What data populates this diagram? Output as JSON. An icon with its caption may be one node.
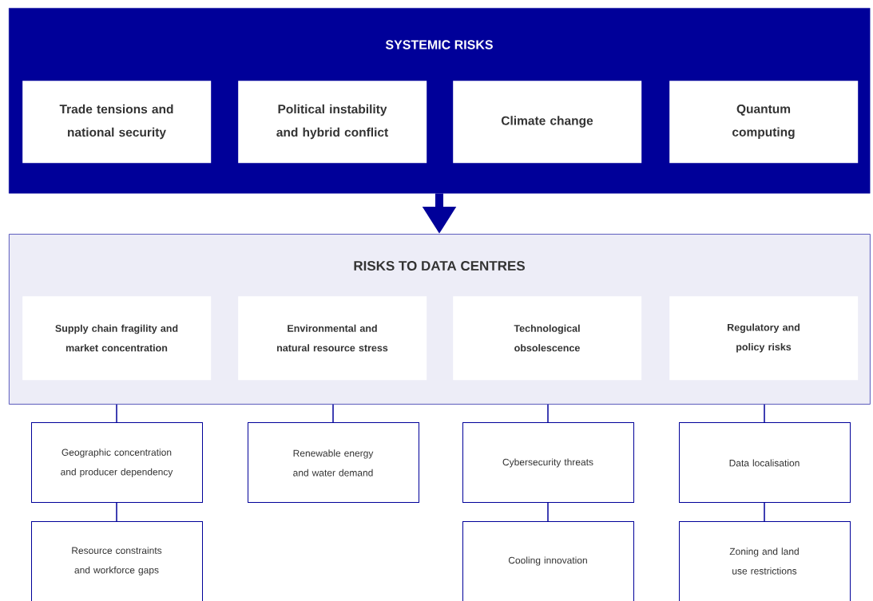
{
  "diagram": {
    "nodes": [
      {
        "text": [
          "SYSTEMIC RISKS"
        ]
      },
      {
        "text": [
          "Trade tensions and national security"
        ],
        "in": 0
      },
      {
        "text": [
          "Political instability and hybrid conflict"
        ],
        "in": 0
      },
      {
        "text": [
          "Climate change"
        ],
        "in": 0
      },
      {
        "text": [
          "Quantum computing"
        ],
        "in": 0
      },
      {
        "text": [
          "RISKS TO DATA CENTRES"
        ]
      },
      {
        "text": [
          "Supply chain fragility and market concentration"
        ],
        "in": 5
      },
      {
        "text": [
          "Environmental and natural resource stress"
        ],
        "in": 5
      },
      {
        "text": [
          "Technological obsolescence"
        ],
        "in": 5
      },
      {
        "text": [
          "Regulatory and policy risks"
        ],
        "in": 5
      },
      {
        "text": [
          "Geographic concentration and producer dependency"
        ]
      },
      {
        "text": [
          "Resource constraints and workforce gaps"
        ]
      },
      {
        "text": [
          "Renewable energy and water demand"
        ]
      },
      {
        "text": [
          "Cybersecurity threats"
        ]
      },
      {
        "text": [
          "Cooling innovation"
        ]
      },
      {
        "text": [
          "Data localisation"
        ]
      },
      {
        "text": [
          "Zoning and land use restrictions"
        ]
      }
    ],
    "edges": [
      {
        "from": 0,
        "to": 5,
        "arrow": "to",
        "style": "thick"
      },
      {
        "from": 5,
        "to": 10,
        "arrow": "none"
      },
      {
        "from": 10,
        "to": 11,
        "arrow": "none"
      },
      {
        "from": 5,
        "to": 12,
        "arrow": "none"
      },
      {
        "from": 5,
        "to": 13,
        "arrow": "none"
      },
      {
        "from": 13,
        "to": 14,
        "arrow": "none"
      },
      {
        "from": 5,
        "to": 15,
        "arrow": "none"
      },
      {
        "from": 15,
        "to": 16,
        "arrow": "none"
      }
    ]
  }
}
